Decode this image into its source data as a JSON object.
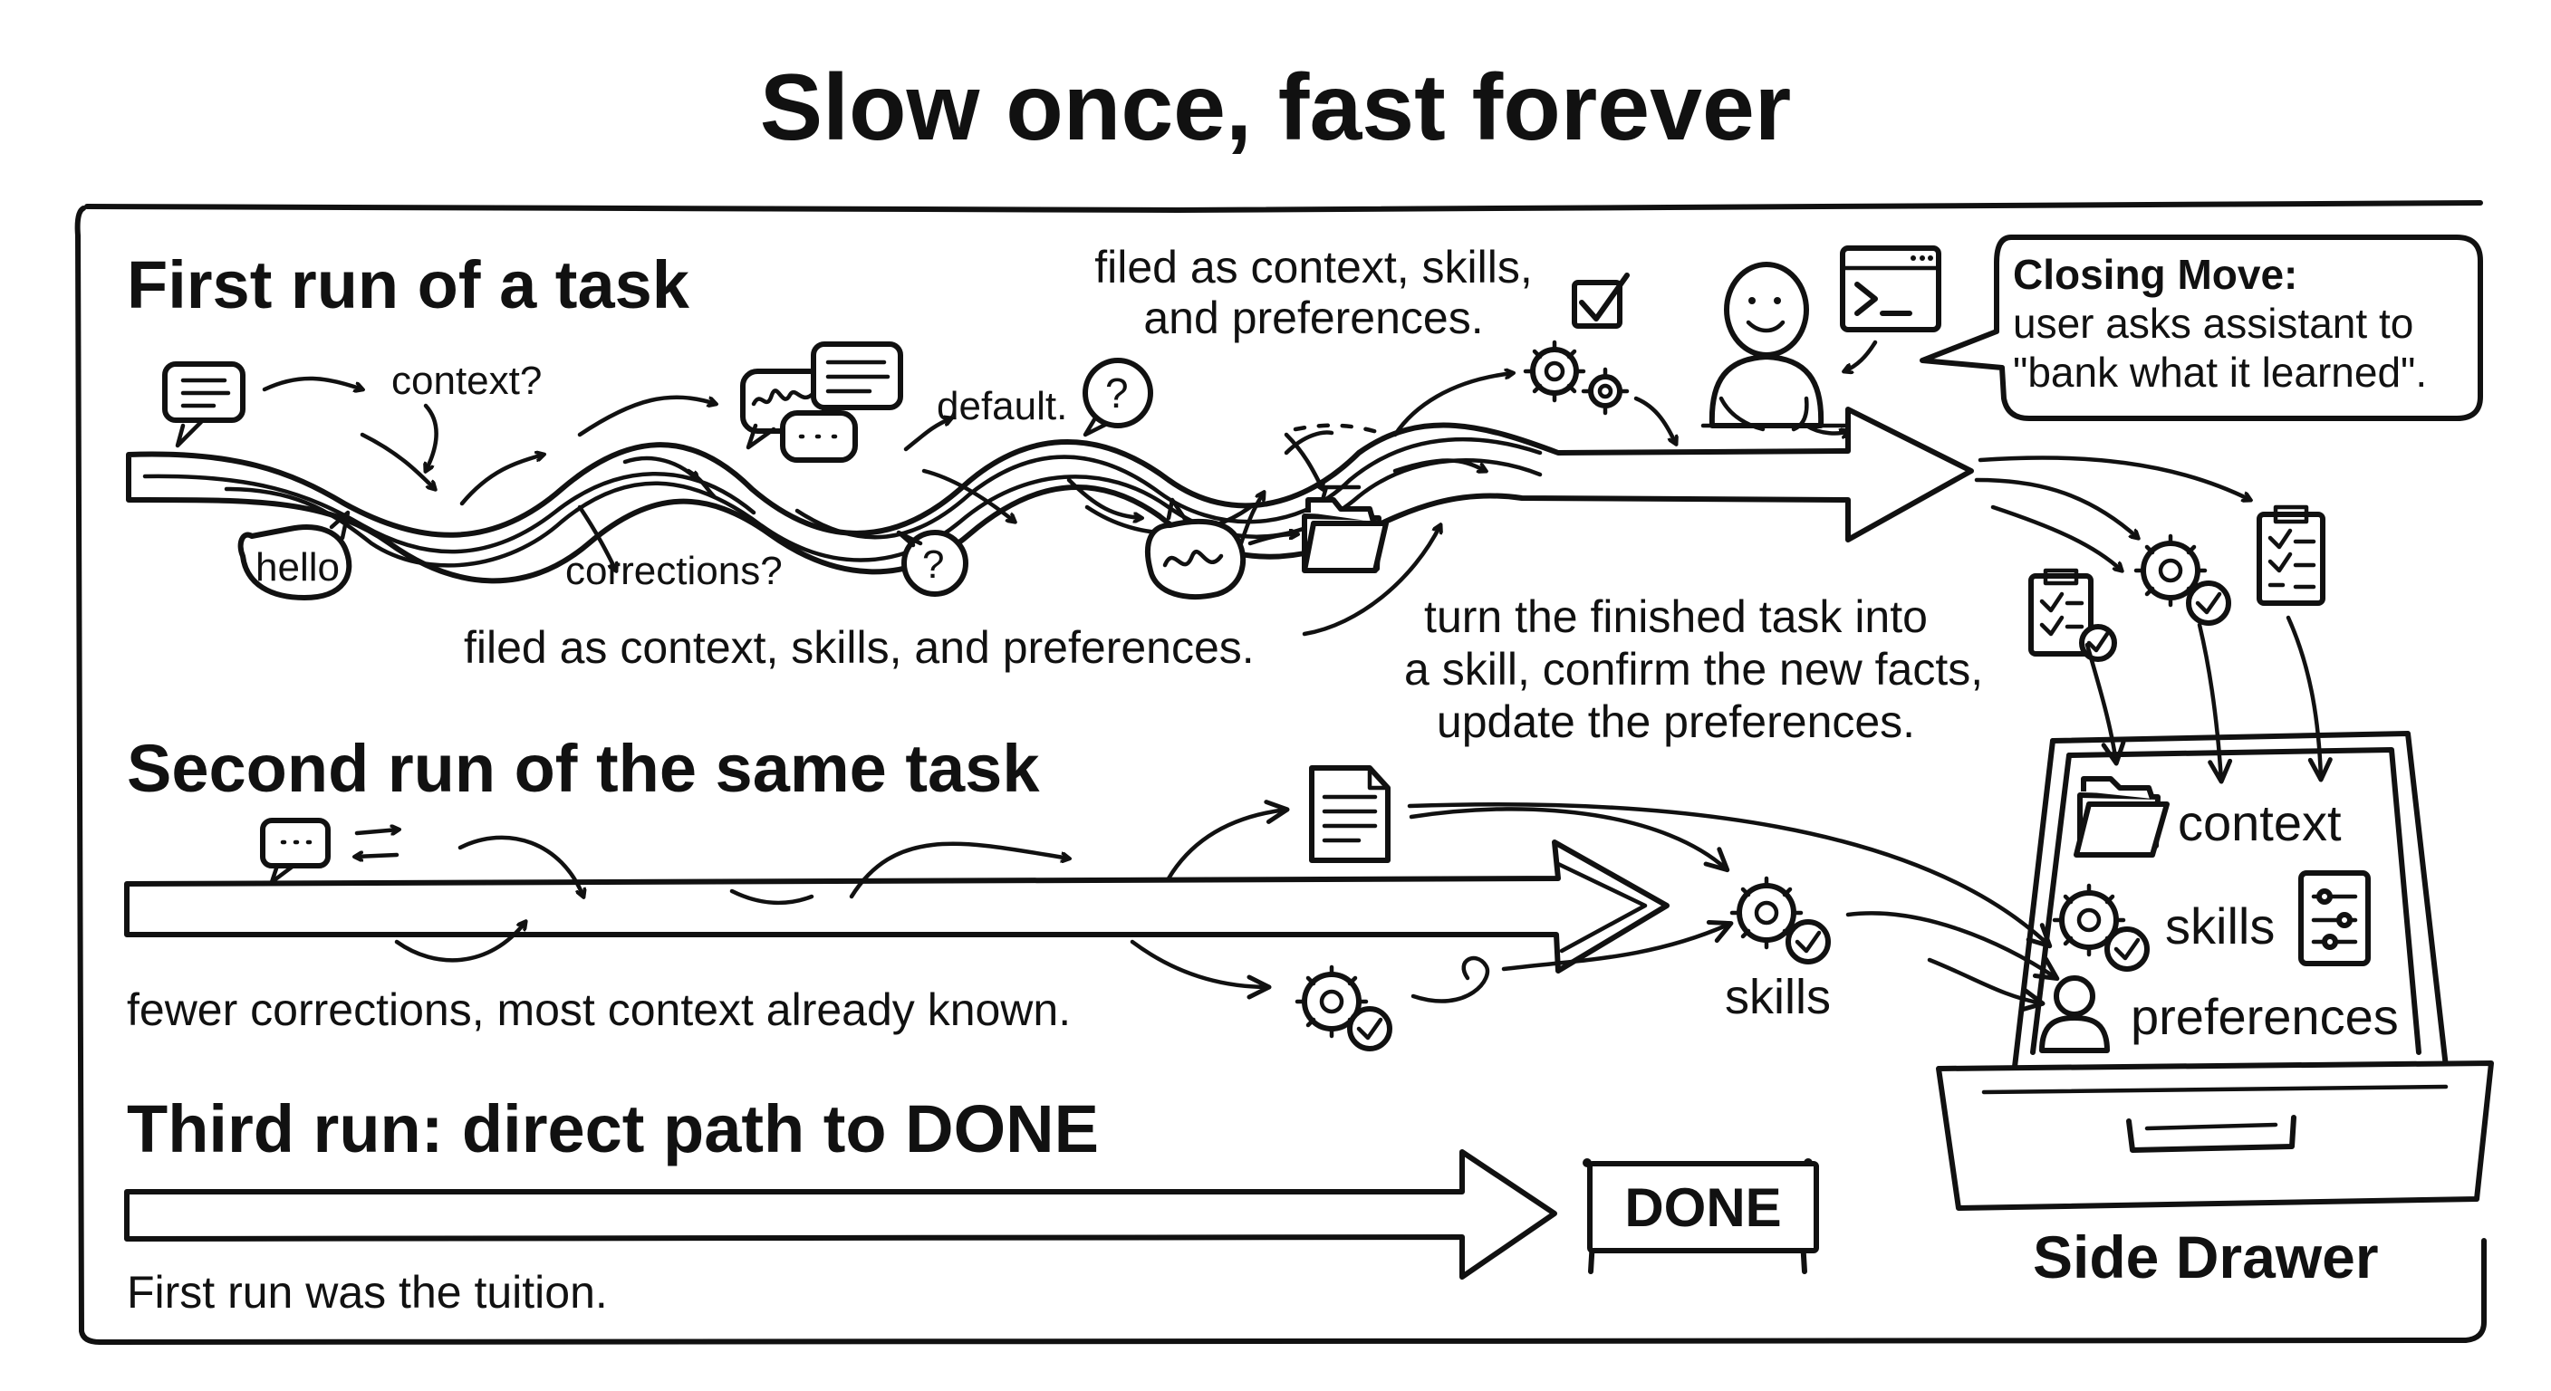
{
  "title": "Slow once, fast forever",
  "sections": {
    "first_run": {
      "heading": "First run of a task",
      "labels": {
        "context": "context?",
        "default": "default.",
        "hello": "hello",
        "corrections": "corrections?",
        "filed_bottom": "filed as context, skills, and preferences.",
        "filed_top_line1": "filed as context, skills,",
        "filed_top_line2": "and preferences."
      }
    },
    "second_run": {
      "heading": "Second run of the same task",
      "note": "fewer corrections, most context already known.",
      "skills_label": "skills"
    },
    "third_run": {
      "heading": "Third run:  direct path to DONE",
      "note": "First run was the tuition.",
      "done": "DONE"
    }
  },
  "closing_move": {
    "title": "Closing Move:",
    "line1": "user asks assistant to",
    "line2": "\"bank what it learned\"."
  },
  "bank_steps": {
    "line1": "turn the finished task into",
    "line2": "a skill, confirm the new facts,",
    "line3": "update the preferences."
  },
  "drawer": {
    "context": "context",
    "skills": "skills",
    "preferences": "preferences",
    "caption": "Side Drawer"
  },
  "icons": [
    "chat-bubble-icon",
    "speech-bubble-icon",
    "question-bubble-icon",
    "folder-icon",
    "gears-icon",
    "checkbox-icon",
    "terminal-icon",
    "person-icon",
    "clipboard-checklist-icon",
    "gear-check-icon",
    "document-icon",
    "user-icon",
    "sliders-icon"
  ]
}
